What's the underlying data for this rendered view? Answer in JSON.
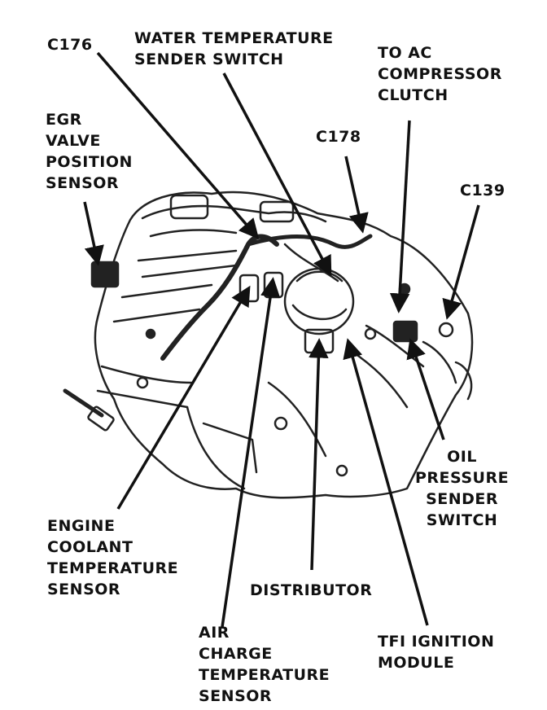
{
  "colors": {
    "ink": "#111111",
    "paper": "#ffffff",
    "engine_stroke": "#222222"
  },
  "labels": {
    "c176": [
      "C176"
    ],
    "water_temp": [
      "WATER TEMPERATURE",
      "SENDER SWITCH"
    ],
    "ac_clutch": [
      "TO AC",
      "COMPRESSOR",
      "CLUTCH"
    ],
    "egr": [
      "EGR",
      "VALVE",
      "POSITION",
      "SENSOR"
    ],
    "c178": [
      "C178"
    ],
    "c139": [
      "C139"
    ],
    "oil_pressure": [
      "OIL",
      "PRESSURE",
      "SENDER",
      "SWITCH"
    ],
    "engine_coolant": [
      "ENGINE",
      "COOLANT",
      "TEMPERATURE",
      "SENSOR"
    ],
    "distributor": [
      "DISTRIBUTOR"
    ],
    "air_charge": [
      "AIR",
      "CHARGE",
      "TEMPERATURE",
      "SENSOR"
    ],
    "tfi": [
      "TFI IGNITION",
      "MODULE"
    ]
  }
}
